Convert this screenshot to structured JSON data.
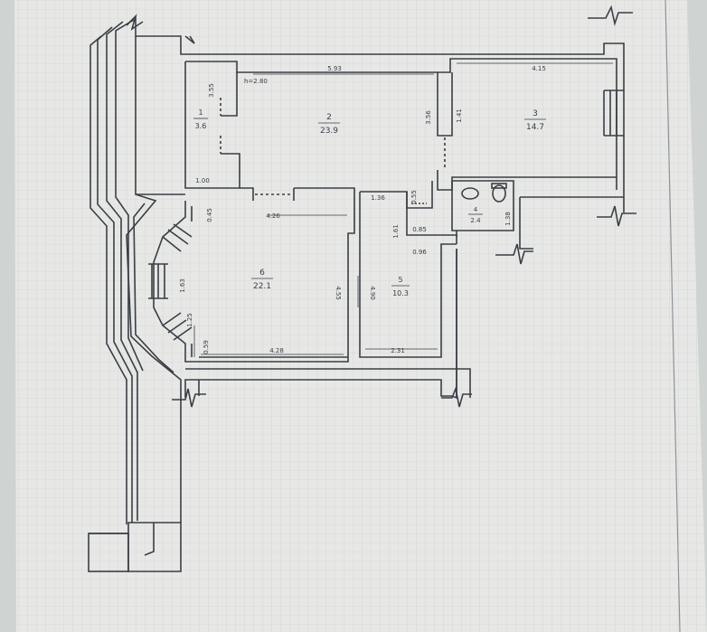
{
  "plan": {
    "rooms": [
      {
        "number": "1",
        "area": "3.6"
      },
      {
        "number": "2",
        "area": "23.9"
      },
      {
        "number": "3",
        "area": "14.7"
      },
      {
        "number": "4",
        "area": "2.4"
      },
      {
        "number": "5",
        "area": "10.3"
      },
      {
        "number": "6",
        "area": "22.1"
      }
    ],
    "dimensions": {
      "d_3_55": "3.55",
      "d_h_2_80": "h=2.80",
      "d_5_93": "5.93",
      "d_4_15": "4.15",
      "d_3_56": "3.56",
      "d_1_41": "1.41",
      "d_1_00": "1.00",
      "d_4_26": "4.26",
      "d_1_36": "1.36",
      "d_0_55": "0.55",
      "d_0_45": "0.45",
      "d_1_61": "1.61",
      "d_0_85": "0.85",
      "d_1_38": "1.38",
      "d_0_96": "0.96",
      "d_1_63": "1.63",
      "d_4_55": "4.55",
      "d_4_90": "4.90",
      "d_1_25": "1.25",
      "d_0_59": "0.59",
      "d_4_28": "4.28",
      "d_2_31": "2.31"
    }
  },
  "colors": {
    "paper": "#e7e8e6",
    "grid": "#c9cdcf",
    "ink": "#3a3e45",
    "background": "#cfd3d2"
  }
}
